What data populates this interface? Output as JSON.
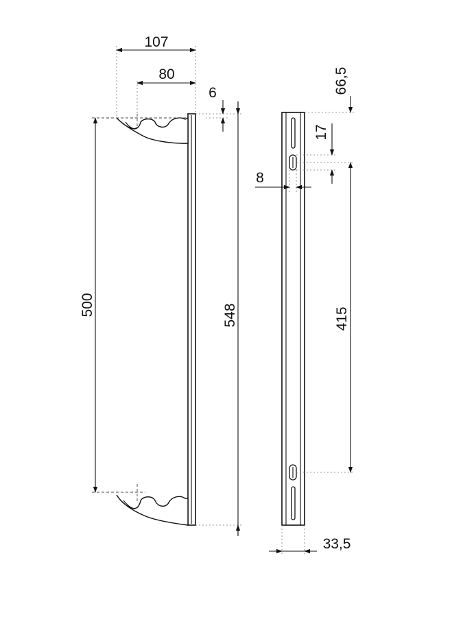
{
  "drawing": {
    "colors": {
      "line": "#111111",
      "background": "#ffffff"
    },
    "dimensions": {
      "hook_depth": "107",
      "hook_pitch": "80",
      "top_offset": "6",
      "hook_spacing": "500",
      "total_height": "548",
      "top_hole_offset": "66,5",
      "slot_length": "17",
      "slot_width": "8",
      "hole_spacing": "415",
      "profile_width": "33,5"
    }
  }
}
